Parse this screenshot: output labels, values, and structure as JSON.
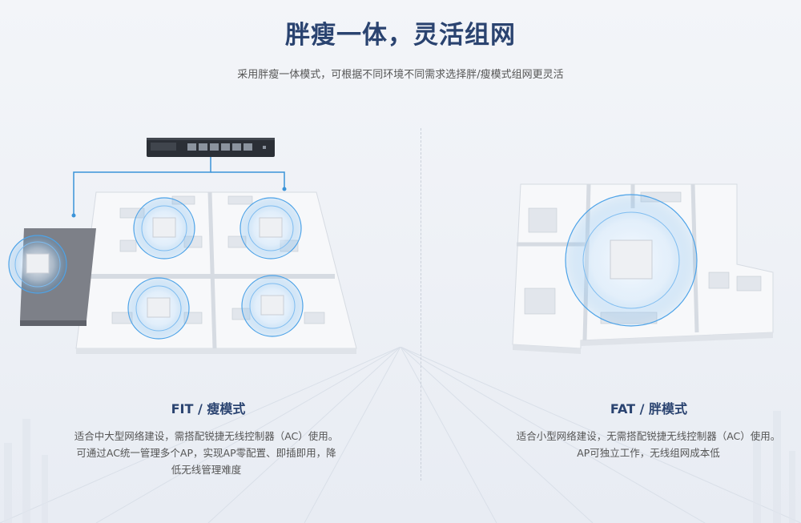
{
  "header": {
    "title": "胖瘦一体，灵活组网",
    "subtitle": "采用胖瘦一体模式，可根据不同环境不同需求选择胖/瘦模式组网更灵活"
  },
  "fit": {
    "title": "FIT / 瘦模式",
    "desc_lines": [
      "适合中大型网络建设，需搭配锐捷无线控制器（AC）使用。",
      "可通过AC统一管理多个AP，实现AP零配置、即插即用，降",
      "低无线管理难度"
    ]
  },
  "fat": {
    "title": "FAT / 胖模式",
    "desc_lines": [
      "适合小型网络建设，无需搭配锐捷无线控制器（AC）使用。",
      "AP可独立工作，无线组网成本低"
    ]
  },
  "colors": {
    "title": "#2a4370",
    "wifi_ring": "#4da3e8",
    "cable": "#3a93d8",
    "switch_body": "#2b2f36"
  }
}
